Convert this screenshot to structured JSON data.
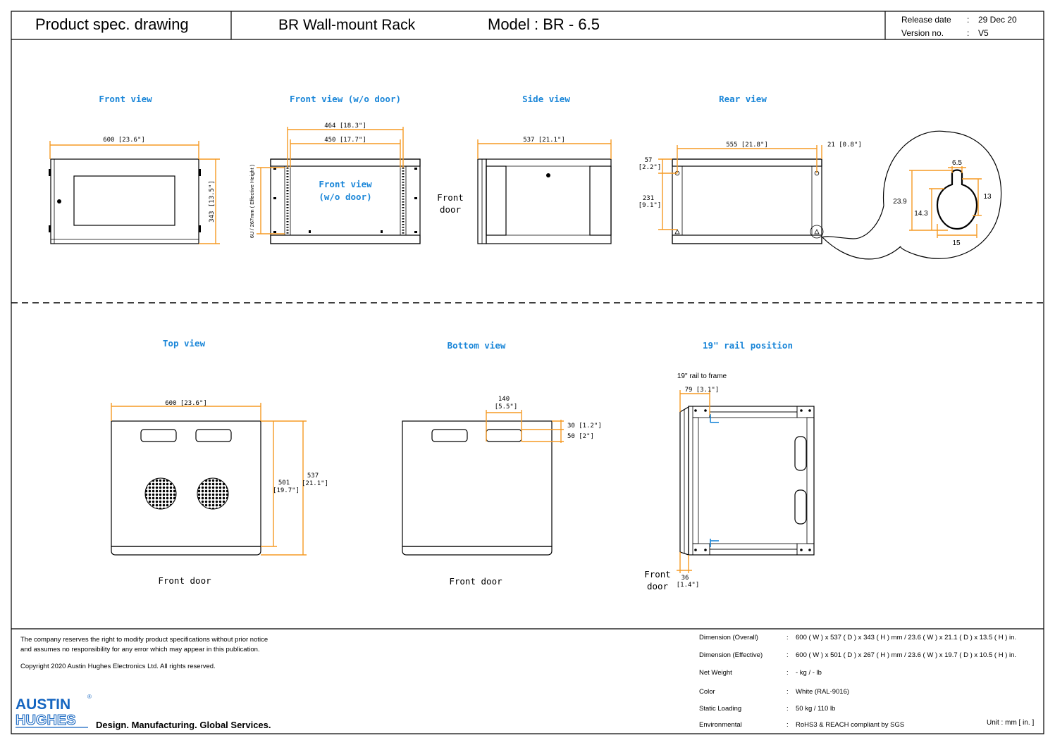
{
  "header": {
    "doc_type": "Product spec. drawing",
    "product": "BR Wall-mount Rack",
    "model": "Model : BR - 6.5",
    "release_label": "Release date",
    "release_value": "29 Dec 20",
    "version_label": "Version no.",
    "version_value": "V5",
    "sep": ":"
  },
  "views": {
    "front": {
      "title": "Front view",
      "width_dim": "600 [23.6\"]",
      "height_dim": "343 [13.5\"]"
    },
    "front_nodoor": {
      "title": "Front view (w/o door)",
      "outer_dim": "464 [18.3\"]",
      "inner_dim": "450 [17.7\"]",
      "inner_label_1": "Front view",
      "inner_label_2": "(w/o door)",
      "height_dim": "6U / 267mm ( Effective Height )"
    },
    "side": {
      "title": "Side view",
      "depth_dim": "537 [21.1\"]",
      "door_label_1": "Front",
      "door_label_2": "door"
    },
    "rear": {
      "title": "Rear view",
      "width_dim": "555 [21.8\"]",
      "edge_dim": "21 [0.8\"]",
      "top_dim_1": "57",
      "top_dim_2": "[2.2\"]",
      "mid_dim_1": "231",
      "mid_dim_2": "[9.1\"]",
      "detail_top": "6.5",
      "detail_left": "23.9",
      "detail_right": "13",
      "detail_inner": "14.3",
      "detail_bottom": "15"
    },
    "top": {
      "title": "Top view",
      "width_dim": "600 [23.6\"]",
      "inner_depth_1": "501",
      "inner_depth_2": "[19.7\"]",
      "depth_1": "537",
      "depth_2": "[21.1\"]",
      "door_label": "Front door"
    },
    "bottom": {
      "title": "Bottom view",
      "slot_dim_1": "140",
      "slot_dim_2": "[5.5\"]",
      "offset_1": "30 [1.2\"]",
      "offset_2": "50 [2\"]",
      "door_label": "Front door"
    },
    "rail": {
      "title": "19\" rail position",
      "rail_label": "19\" rail to frame",
      "rail_dim_1": "79",
      "rail_dim_2": "[3.1\"]",
      "door_label_1": "Front",
      "door_label_2": "door",
      "door_dim_1": "36",
      "door_dim_2": "[1.4\"]"
    }
  },
  "footer": {
    "disclaimer_1": "The company reserves the right to modify product specifications without prior notice",
    "disclaimer_2": "and assumes no responsibility for any error which may appear in this publication.",
    "copyright": "Copyright 2020 Austin Hughes Electronics Ltd. All rights reserved.",
    "logo_top": "AUSTIN",
    "logo_bottom": "HUGHES",
    "logo_mark": "®",
    "tagline": "Design. Manufacturing. Global Services.",
    "unit": "Unit : mm [ in. ]"
  },
  "specs": [
    {
      "label": "Dimension (Overall)",
      "value": "600 ( W ) x 537 ( D ) x 343 ( H ) mm / 23.6 ( W ) x 21.1 ( D ) x 13.5 ( H ) in."
    },
    {
      "label": "Dimension (Effective)",
      "value": "600 ( W ) x 501 ( D ) x 267 ( H ) mm / 23.6 ( W ) x 19.7 ( D ) x 10.5 ( H ) in."
    },
    {
      "label": "Net Weight",
      "value": "- kg / - lb"
    },
    {
      "label": "Color",
      "value": "White (RAL-9016)"
    },
    {
      "label": "Static Loading",
      "value": "50 kg / 110 lb"
    },
    {
      "label": "Environmental",
      "value": "RoHS3 & REACH compliant by SGS"
    }
  ],
  "colors": {
    "dimension_line": "#f59a23",
    "view_title": "#1a86d8",
    "logo": "#1565c0",
    "rail_mark": "#1a86d8"
  }
}
